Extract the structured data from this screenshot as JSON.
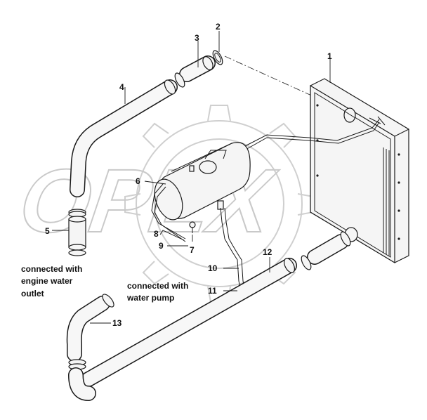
{
  "watermark": {
    "text": "OPEX"
  },
  "part_numbers": {
    "p1": "1",
    "p2": "2",
    "p3": "3",
    "p4": "4",
    "p5": "5",
    "p6": "6",
    "p7": "7",
    "p8": "8",
    "p9": "9",
    "p10": "10",
    "p11": "11",
    "p12": "12",
    "p13": "13"
  },
  "captions": {
    "engine_outlet": [
      "connected with",
      "engine water",
      "outlet"
    ],
    "water_pump": [
      "connected with",
      "water pump"
    ]
  }
}
